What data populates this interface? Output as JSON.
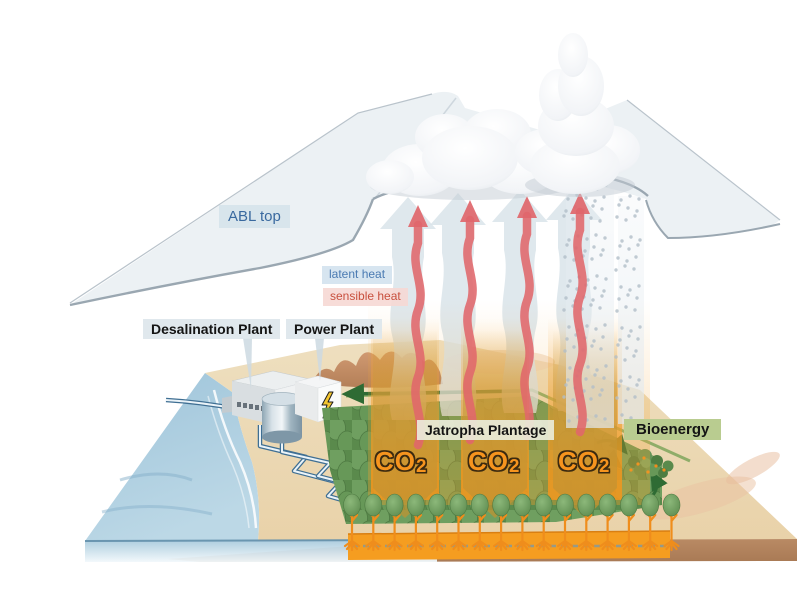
{
  "diagram": {
    "labels": {
      "abl_top": "ABL top",
      "latent_heat": "latent heat",
      "sensible_heat": "sensible heat",
      "desalination_plant": "Desalination Plant",
      "power_plant": "Power Plant",
      "jatropha_plantage": "Jatropha Plantage",
      "bioenergy": "Bioenergy",
      "co2_main": "CO",
      "co2_sub": "2"
    },
    "counts": {
      "co2_labels": 3,
      "sensible_heat_arrows": 4,
      "latent_heat_arrows": 4,
      "co2_absorption_columns": 3
    },
    "icons": {
      "power_plant_face": "lightning-icon"
    },
    "colors": {
      "abl_label_text": "#39699f",
      "abl_label_bg": "#d5e2eb",
      "latent_label_text": "#4a7ab2",
      "latent_label_bg": "#d3e2ee",
      "sensible_label_text": "#c8503e",
      "sensible_label_bg": "#f6d8d4",
      "co2_text": "#f6941e",
      "co2_outline": "#3b2a10",
      "plume_orange": "#f09a2c",
      "sensible_arrow_red": "#e0666b",
      "latent_arrow_blue": "#d7e2e9",
      "plantation_green": "#6f9f60",
      "bioenergy_label_bg": "#b9cc90",
      "ocean_blue": "#a6c8dc",
      "abl_sheet": "#e7edf1",
      "sand": "#ecdcbb",
      "mountain": "#c98e67"
    }
  }
}
